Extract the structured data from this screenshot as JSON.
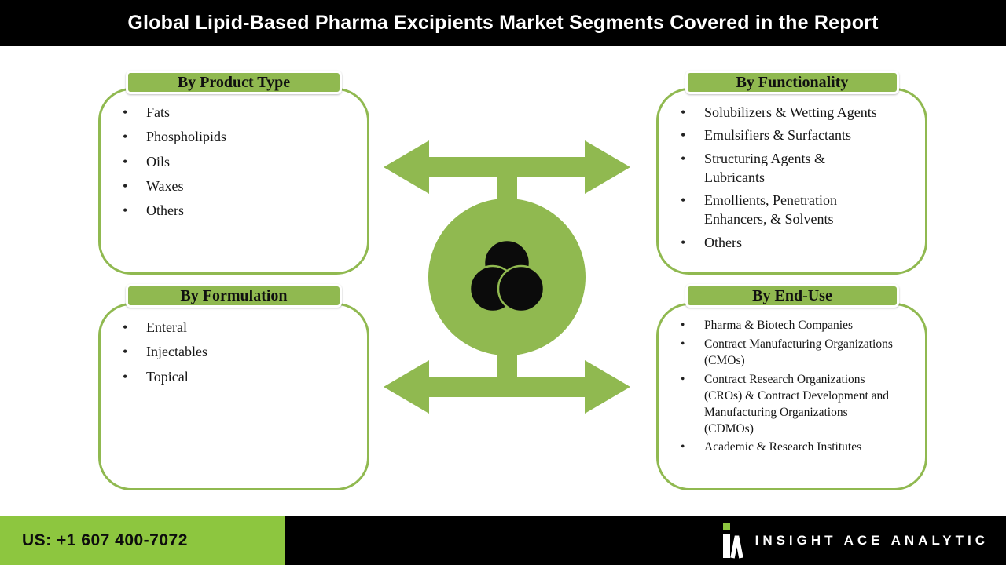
{
  "header": {
    "title": "Global Lipid-Based Pharma Excipients Market Segments Covered in the Report"
  },
  "boxes": [
    {
      "title": "By Product Type",
      "items": [
        "Fats",
        "Phospholipids",
        "Oils",
        "Waxes",
        "Others"
      ]
    },
    {
      "title": "By Functionality",
      "items": [
        "Solubilizers & Wetting Agents",
        "Emulsifiers & Surfactants",
        "Structuring Agents & Lubricants",
        "Emollients, Penetration Enhancers, & Solvents",
        "Others"
      ]
    },
    {
      "title": "By Formulation",
      "items": [
        "Enteral",
        "Injectables",
        "Topical"
      ]
    },
    {
      "title": "By End-Use",
      "items": [
        "Pharma & Biotech Companies",
        "Contract Manufacturing Organizations (CMOs)",
        "Contract Research Organizations (CROs) & Contract Development and Manufacturing Organizations (CDMOs)",
        "Academic & Research Institutes"
      ]
    }
  ],
  "footer": {
    "phone": "US: +1 607 400-7072",
    "brand": "INSIGHT ACE ANALYTIC"
  },
  "colors": {
    "accent": "#90B950",
    "footer_green": "#8DC63F",
    "header_bg": "#000000"
  }
}
